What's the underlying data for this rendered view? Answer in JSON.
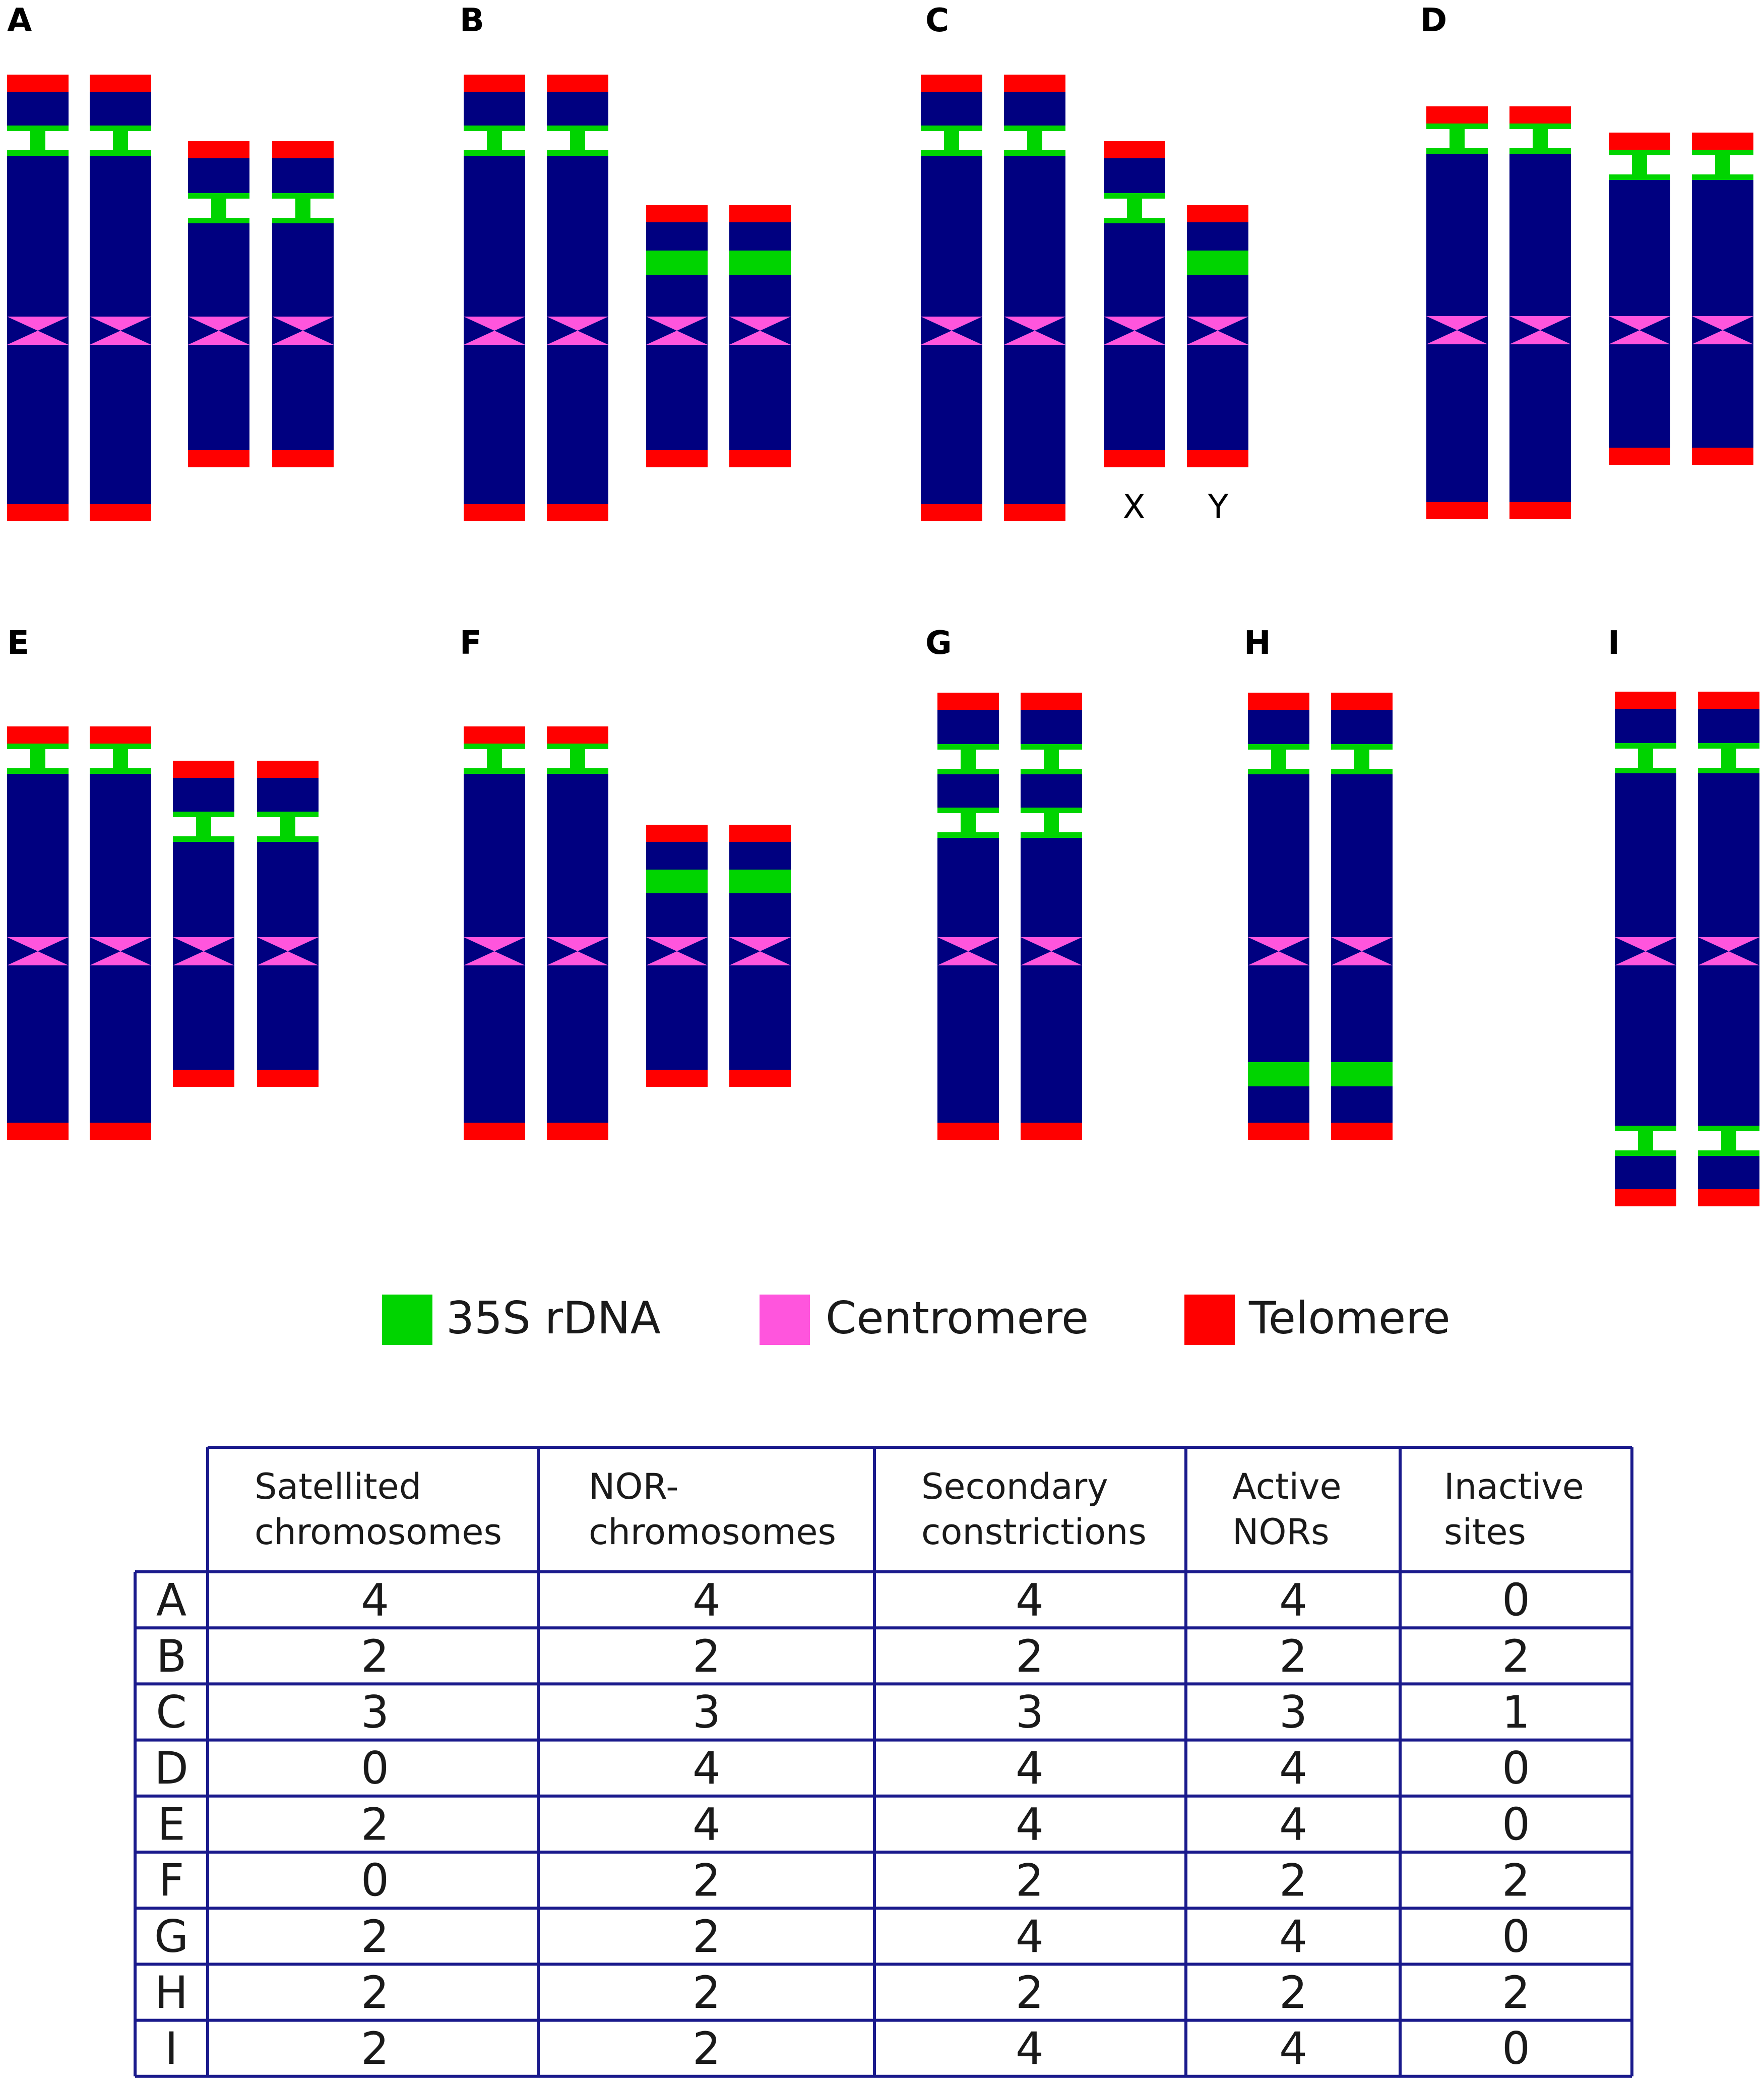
{
  "panels": [
    {
      "letter": "A"
    },
    {
      "letter": "B"
    },
    {
      "letter": "C"
    },
    {
      "letter": "D"
    },
    {
      "letter": "E"
    },
    {
      "letter": "F"
    },
    {
      "letter": "G"
    },
    {
      "letter": "H"
    },
    {
      "letter": "I"
    }
  ],
  "sex_chromosome_labels": {
    "x": "X",
    "y": "Y"
  },
  "legend": [
    {
      "label": "35S rDNA",
      "color": "#00d400"
    },
    {
      "label": "Centromere",
      "color": "#ff55dd"
    },
    {
      "label": "Telomere",
      "color": "#ff0000"
    }
  ],
  "colors": {
    "chromatin": "#000080",
    "rdna": "#00d400",
    "centromere": "#ff55dd",
    "telomere": "#ff0000",
    "table_border": "#1a1a8c"
  },
  "table": {
    "headers": [
      [
        "Satellited",
        "chromosomes"
      ],
      [
        "NOR-",
        "chromosomes"
      ],
      [
        "Secondary",
        "constrictions"
      ],
      [
        "Active",
        "NORs"
      ],
      [
        "Inactive",
        "sites"
      ]
    ],
    "rows": [
      {
        "label": "A",
        "values": [
          "4",
          "4",
          "4",
          "4",
          "0"
        ]
      },
      {
        "label": "B",
        "values": [
          "2",
          "2",
          "2",
          "2",
          "2"
        ]
      },
      {
        "label": "C",
        "values": [
          "3",
          "3",
          "3",
          "3",
          "1"
        ]
      },
      {
        "label": "D",
        "values": [
          "0",
          "4",
          "4",
          "4",
          "0"
        ]
      },
      {
        "label": "E",
        "values": [
          "2",
          "4",
          "4",
          "4",
          "0"
        ]
      },
      {
        "label": "F",
        "values": [
          "0",
          "2",
          "2",
          "2",
          "2"
        ]
      },
      {
        "label": "G",
        "values": [
          "2",
          "2",
          "4",
          "4",
          "0"
        ]
      },
      {
        "label": "H",
        "values": [
          "2",
          "2",
          "2",
          "2",
          "2"
        ]
      },
      {
        "label": "I",
        "values": [
          "2",
          "2",
          "4",
          "4",
          "0"
        ]
      }
    ]
  }
}
